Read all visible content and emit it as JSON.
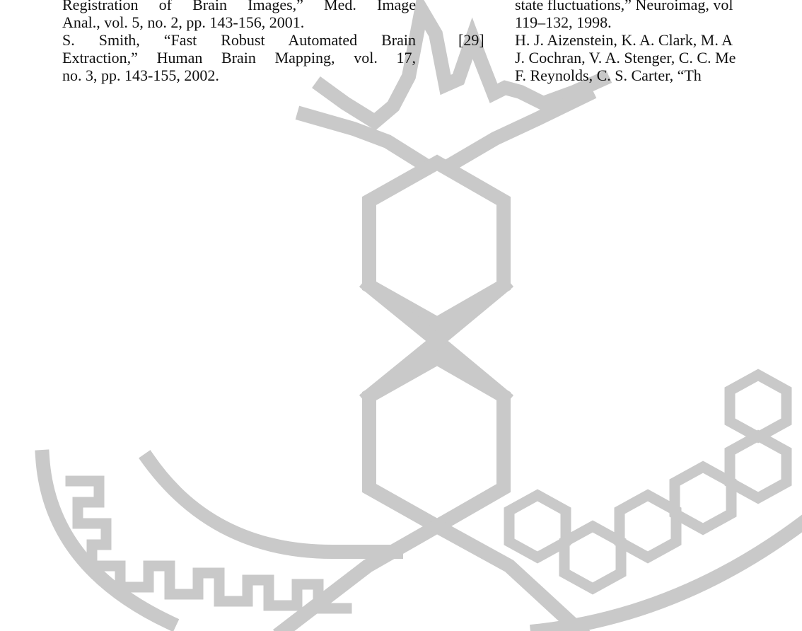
{
  "left_column": {
    "lines": [
      "Registration of Brain Images,” Med. Image",
      "Anal., vol. 5, no. 2, pp. 143-156, 2001.",
      "S. Smith, “Fast Robust Automated Brain",
      "Extraction,” Human Brain Mapping, vol. 17,",
      "no. 3, pp. 143-155, 2002."
    ]
  },
  "right_column": {
    "lines": [
      "state fluctuations,” Neuroimag, vol",
      "119–132, 1998.",
      "H. J. Aizenstein, K. A. Clark, M. A",
      "J. Cochran, V. A. Stenger, C. C. Me",
      "F.   Reynolds,   C.   S.   Carter,   “Th"
    ],
    "ref_number": "[29]"
  },
  "watermark": {
    "icon": "university-logo-watermark",
    "color": "#c9c9c9"
  }
}
